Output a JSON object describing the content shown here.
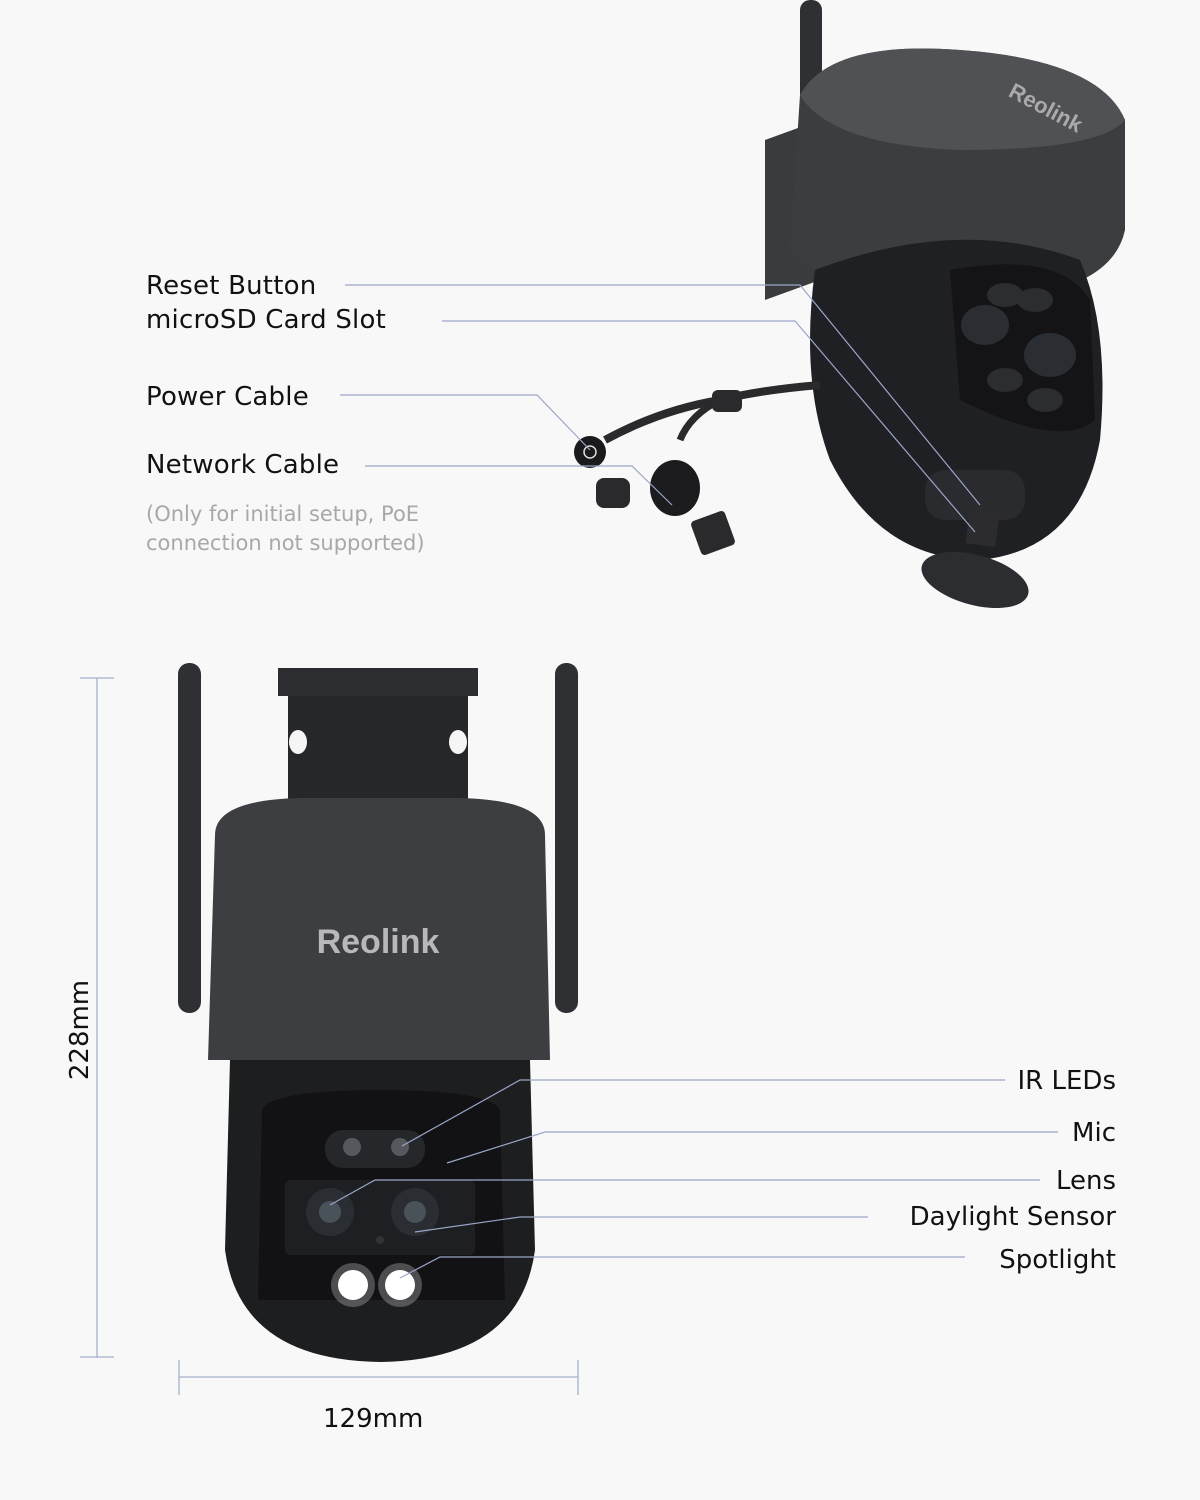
{
  "top_view": {
    "labels": {
      "reset_button": "Reset Button",
      "microsd_slot": "microSD Card Slot",
      "power_cable": "Power Cable",
      "network_cable": "Network Cable"
    },
    "network_note_line1": "(Only for initial setup, PoE",
    "network_note_line2": "connection not supported)",
    "brand_logo": "Reolink"
  },
  "front_view": {
    "brand_logo": "Reolink",
    "labels": {
      "ir_leds": "IR LEDs",
      "mic": "Mic",
      "lens": "Lens",
      "daylight_sensor": "Daylight Sensor",
      "spotlight": "Spotlight"
    },
    "dimensions": {
      "height": "228mm",
      "width": "129mm"
    }
  },
  "colors": {
    "background": "#f8f8f8",
    "leader_line": "#9aa6c8",
    "camera_body": "#3a3b3e",
    "camera_dark": "#1c1c1e",
    "note_text": "#a8a8a8"
  }
}
